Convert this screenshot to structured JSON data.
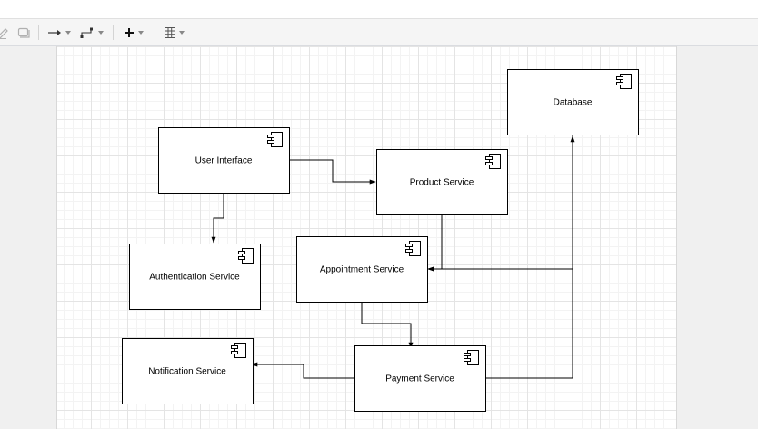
{
  "toolbar": {
    "items": [
      {
        "icon": "pencil-icon"
      },
      {
        "icon": "shape-rect-icon"
      },
      {
        "icon": "connector-straight-icon"
      },
      {
        "icon": "connector-waypoint-icon"
      },
      {
        "icon": "plus-icon"
      },
      {
        "icon": "table-icon"
      }
    ]
  },
  "diagram": {
    "components": [
      {
        "id": "user_interface",
        "label": "User Interface"
      },
      {
        "id": "product_service",
        "label": "Product Service"
      },
      {
        "id": "database",
        "label": "Database"
      },
      {
        "id": "authentication_service",
        "label": "Authentication Service"
      },
      {
        "id": "appointment_service",
        "label": "Appointment Service"
      },
      {
        "id": "notification_service",
        "label": "Notification Service"
      },
      {
        "id": "payment_service",
        "label": "Payment Service"
      }
    ],
    "connectors": [
      {
        "from": "user_interface",
        "to": "product_service"
      },
      {
        "from": "user_interface",
        "to": "authentication_service"
      },
      {
        "from": "product_service",
        "to": "appointment_service"
      },
      {
        "from": "database",
        "to": "appointment_service"
      },
      {
        "from": "appointment_service",
        "to": "payment_service"
      },
      {
        "from": "payment_service",
        "to": "notification_service"
      },
      {
        "from": "payment_service",
        "to": "database"
      }
    ],
    "style": {
      "stroke": "#000000",
      "fill": "#ffffff",
      "text": "#000000"
    }
  }
}
